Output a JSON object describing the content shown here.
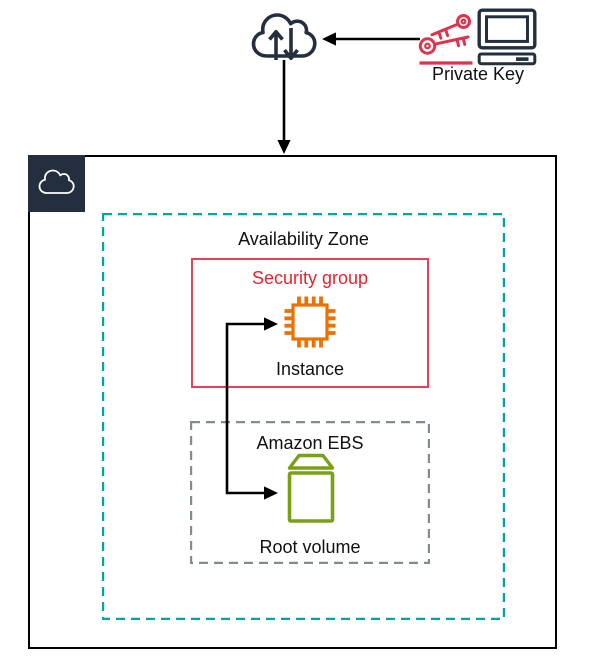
{
  "colors": {
    "navy": "#232F3E",
    "key_red": "#DD344C",
    "security_border": "#DF4557",
    "security_text": "#E8242C",
    "instance_orange": "#ED7100",
    "volume_green": "#7AA116",
    "az_teal": "#00A4A6",
    "ebs_gray": "#828A92",
    "arrow": "#000000",
    "box_border": "#000000",
    "background": "#FFFFFF",
    "label": "#111111"
  },
  "nodes": {
    "internet_cloud": {
      "icon": "cloud-up-down-arrows-icon"
    },
    "private_key": {
      "label": "Private Key",
      "icons": [
        "key-pair-icon",
        "computer-icon"
      ]
    },
    "aws_cloud": {
      "icon": "aws-cloud-icon"
    },
    "availability_zone": {
      "label": "Availability Zone",
      "border_style": "dashed-teal"
    },
    "security_group": {
      "label": "Security group",
      "border_style": "solid-red"
    },
    "instance": {
      "label": "Instance",
      "icon": "ec2-instance-chip-icon"
    },
    "amazon_ebs": {
      "label": "Amazon EBS",
      "border_style": "dashed-gray"
    },
    "root_volume": {
      "label": "Root volume",
      "icon": "ebs-volume-icon"
    }
  },
  "connections": [
    {
      "from": "private_key",
      "to": "internet_cloud",
      "shape": "straight",
      "arrowhead": "left"
    },
    {
      "from": "internet_cloud",
      "to": "aws_cloud",
      "shape": "straight",
      "arrowhead": "down"
    },
    {
      "from": "instance",
      "to": "root_volume",
      "shape": "elbow",
      "arrowhead": "both-right"
    }
  ]
}
